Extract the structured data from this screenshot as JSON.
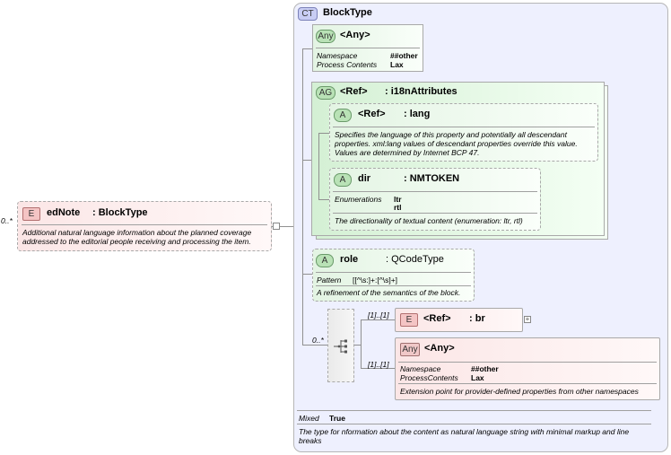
{
  "ednote": {
    "occurs": "0..*",
    "badge": "E",
    "name": "edNote",
    "type": ": BlockType",
    "desc": "Additional natural language information about the planned coverage addressed to the editorial people receiving and processing the item."
  },
  "blocktype": {
    "badge": "CT",
    "name": "BlockType",
    "mixed_label": "Mixed",
    "mixed_value": "True",
    "desc": "The type for nformation about the content as natural language string with minimal markup and line breaks"
  },
  "any_top": {
    "badge": "Any",
    "name": "<Any>",
    "rows": [
      {
        "label": "Namespace",
        "value": "##other"
      },
      {
        "label": "Process Contents",
        "value": "Lax"
      }
    ]
  },
  "i18n": {
    "badge": "AG",
    "ref": "<Ref>",
    "name": ": i18nAttributes"
  },
  "lang": {
    "badge": "A",
    "ref": "<Ref>",
    "name": ": lang",
    "desc": "Specifies the language of this property and potentially all descendant properties. xml:lang values of descendant properties override this value. Values are determined by Internet BCP 47."
  },
  "dir": {
    "badge": "A",
    "name": "dir",
    "type": ": NMTOKEN",
    "enum_label": "Enumerations",
    "enum_values": [
      "ltr",
      "rtl"
    ],
    "desc": "The directionality of textual content (enumeration: ltr, rtl)"
  },
  "role": {
    "badge": "A",
    "name": "role",
    "type": ": QCodeType",
    "pattern_label": "Pattern",
    "pattern_value": "[[^\\s:]+:[^\\s]+]",
    "desc": "A refinement of the semantics of the block."
  },
  "choice": {
    "occurs": "0..*",
    "br_occurs": "[1]..[1]",
    "any_occurs": "[1]..[1]"
  },
  "br": {
    "badge": "E",
    "ref": "<Ref>",
    "name": ": br"
  },
  "any_bottom": {
    "badge": "Any",
    "name": "<Any>",
    "rows": [
      {
        "label": "Namespace",
        "value": "##other"
      },
      {
        "label": "ProcessContents",
        "value": "Lax"
      }
    ],
    "desc": "Extension point for provider-defined properties from other namespaces"
  }
}
